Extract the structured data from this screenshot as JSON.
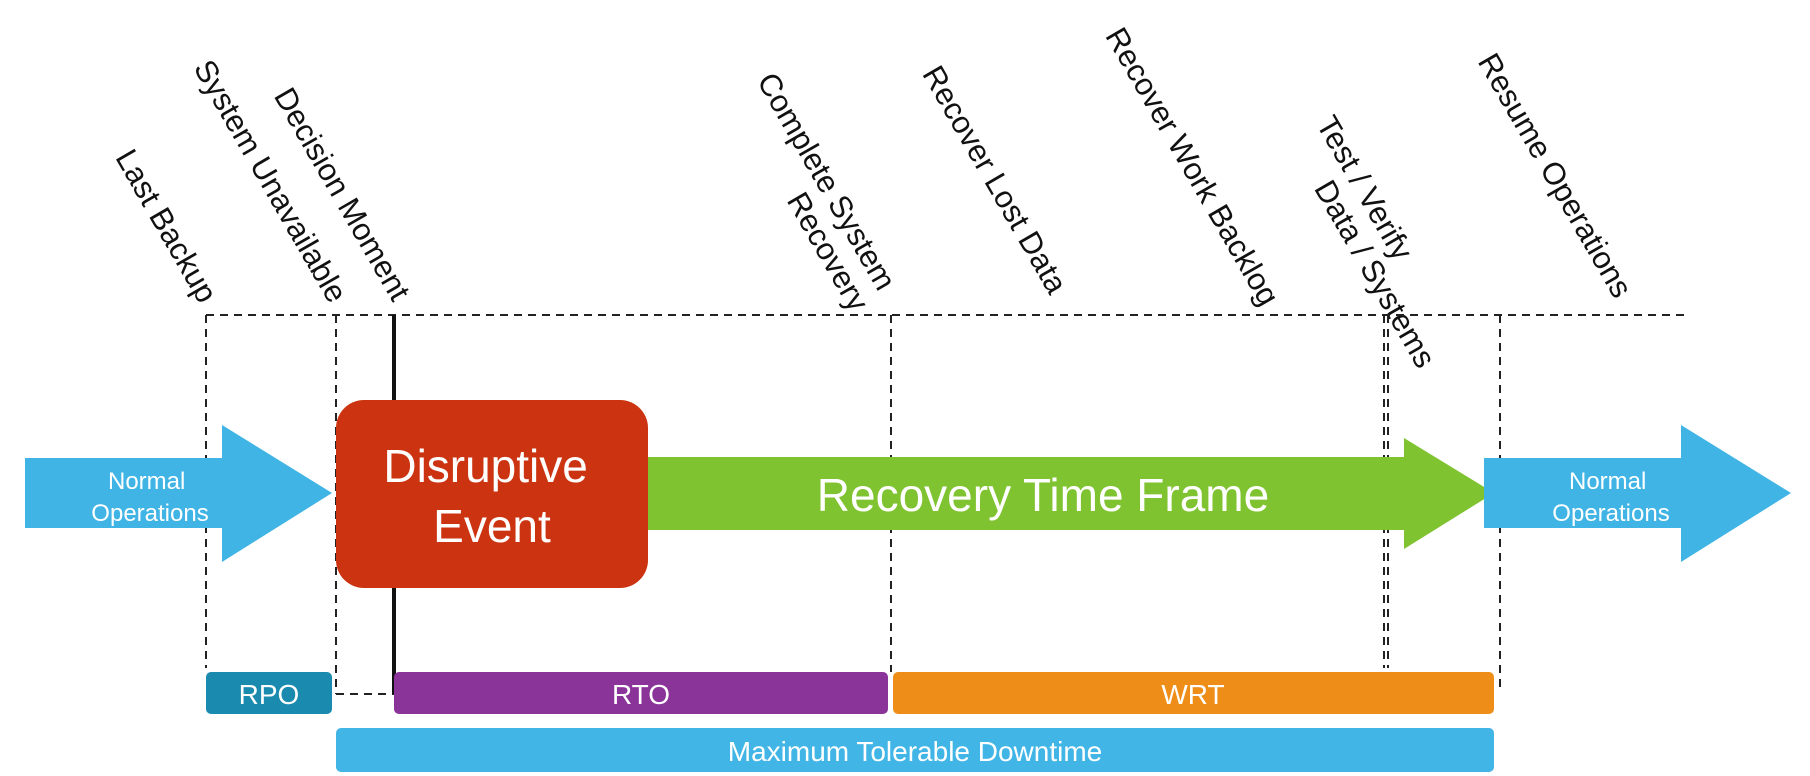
{
  "milestones": [
    {
      "key": "last_backup",
      "lines": [
        "Last Backup"
      ]
    },
    {
      "key": "system_unavailable",
      "lines": [
        "System Unavailable"
      ]
    },
    {
      "key": "decision_moment",
      "lines": [
        "Decision Moment"
      ]
    },
    {
      "key": "complete_system_recovery",
      "lines": [
        "Complete System",
        "Recovery"
      ]
    },
    {
      "key": "recover_lost_data",
      "lines": [
        "Recover Lost Data"
      ]
    },
    {
      "key": "recover_work_backlog",
      "lines": [
        "Recover Work Backlog"
      ]
    },
    {
      "key": "test_verify",
      "lines": [
        "Test / Verify",
        "Data / Systems"
      ]
    },
    {
      "key": "resume_operations",
      "lines": [
        "Resume Operations"
      ]
    }
  ],
  "flow": {
    "normal_left": {
      "line1": "Normal",
      "line2": "Operations"
    },
    "event": {
      "line1": "Disruptive",
      "line2": "Event"
    },
    "recovery": "Recovery Time Frame",
    "normal_right": {
      "line1": "Normal",
      "line2": "Operations"
    }
  },
  "bars": {
    "rpo": "RPO",
    "rto": "RTO",
    "wrt": "WRT",
    "mtd": "Maximum Tolerable Downtime"
  },
  "colors": {
    "normal": "#3FB4E5",
    "event": "#CC3311",
    "recovery": "#80C331",
    "rpo": "#1A8BAE",
    "rto": "#8A3399",
    "wrt": "#EE8E18",
    "mtd": "#40B5E6"
  }
}
